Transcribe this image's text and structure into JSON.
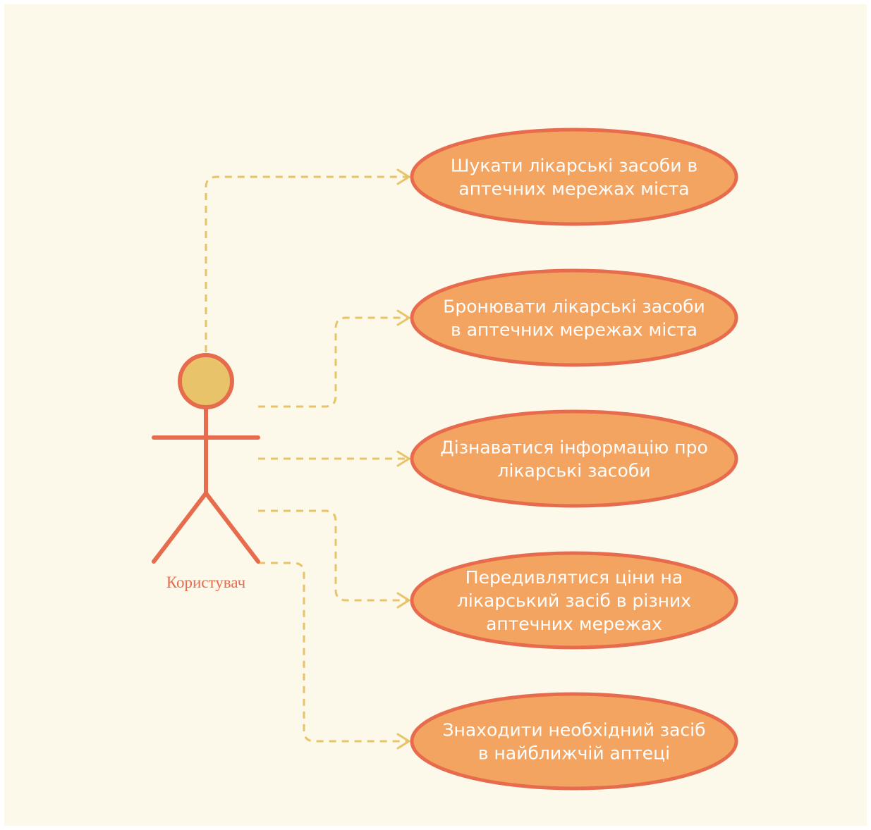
{
  "actor": {
    "label": "Користувач"
  },
  "use_cases": [
    {
      "id": "search",
      "lines": [
        "Шукати лікарські засоби в",
        "аптечних мережах міста"
      ]
    },
    {
      "id": "reserve",
      "lines": [
        "Бронювати лікарські засоби",
        "в аптечних мережах міста"
      ]
    },
    {
      "id": "info",
      "lines": [
        "Дізнаватися інформацію про",
        "лікарські засоби"
      ]
    },
    {
      "id": "prices",
      "lines": [
        "Передивлятися ціни на",
        "лікарський засіб в різних",
        "аптечних мережах"
      ]
    },
    {
      "id": "nearest",
      "lines": [
        "Знаходити необхідний засіб",
        "в найближчій аптеці"
      ]
    }
  ],
  "colors": {
    "page": "#ffffff",
    "background": "#fcf9ea",
    "ellipse_fill": "#f4a461",
    "ellipse_stroke": "#e76c4e",
    "actor_stroke": "#e76c4e",
    "actor_head_fill": "#e8c36a",
    "connector": "#e8c36a",
    "actor_label": "#e76c4e",
    "use_case_text": "#ffffff"
  }
}
